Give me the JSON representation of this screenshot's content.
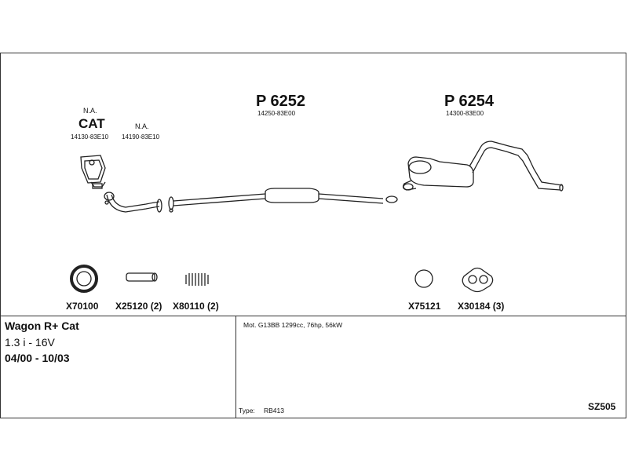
{
  "components": {
    "cat": {
      "na_label": "N.A.",
      "label": "CAT",
      "ref": "14130-83E10"
    },
    "front_pipe": {
      "na_label": "N.A.",
      "ref": "14190-83E10"
    },
    "center_pipe": {
      "part": "P 6252",
      "ref": "14250-83E00"
    },
    "rear_muffler": {
      "part": "P 6254",
      "ref": "14300-83E00"
    }
  },
  "fittings": [
    {
      "code": "X70100"
    },
    {
      "code": "X25120 (2)"
    },
    {
      "code": "X80110 (2)"
    },
    {
      "code": "X75121"
    },
    {
      "code": "X30184 (3)"
    }
  ],
  "vehicle": {
    "model": "Wagon R+ Cat",
    "engine_short": "1.3 i - 16V",
    "years": "04/00 - 10/03"
  },
  "details": {
    "motor": "Mot. G13BB 1299cc, 76hp, 56kW",
    "type_label": "Type:",
    "type_value": "RB413",
    "code": "SZ505"
  }
}
